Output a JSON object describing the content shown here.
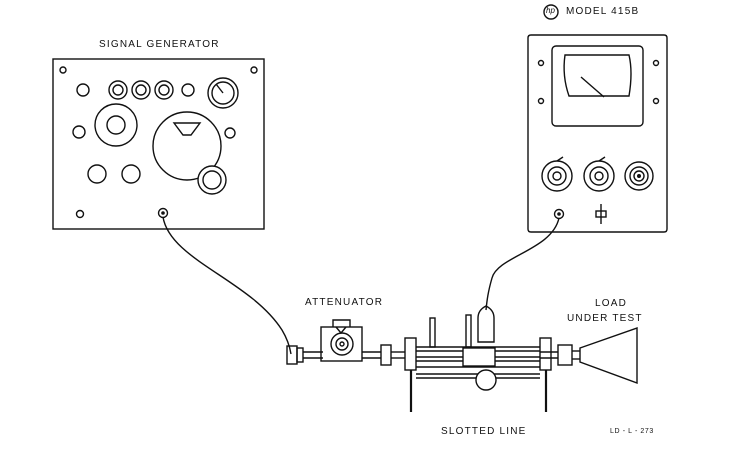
{
  "labels": {
    "signal_generator": "SIGNAL GENERATOR",
    "meter_brand": "hp",
    "meter_model": "MODEL 415B",
    "attenuator": "ATTENUATOR",
    "load_line1": "LOAD",
    "load_line2": "UNDER TEST",
    "slotted_line": "SLOTTED LINE",
    "drawing_number": "LD - L - 273"
  }
}
